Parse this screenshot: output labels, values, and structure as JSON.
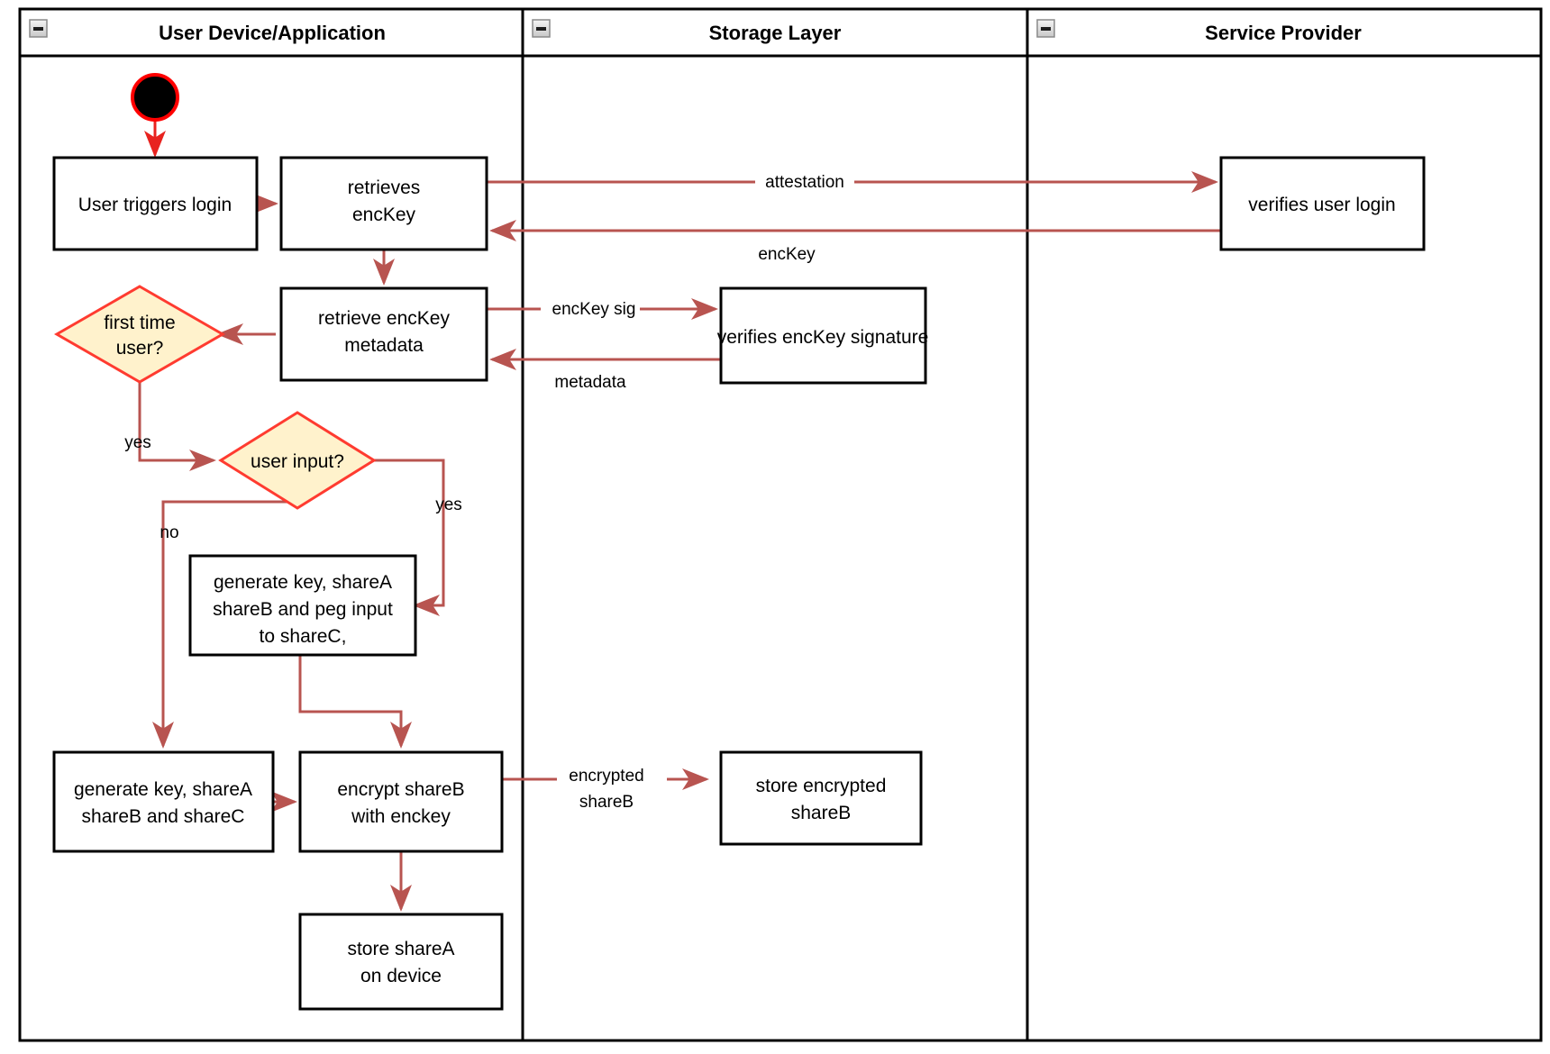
{
  "diagram": {
    "type": "uml-activity-swimlane",
    "background": "#ffffff",
    "colors": {
      "lane_border": "#000000",
      "node_border": "#000000",
      "node_fill": "#ffffff",
      "decision_fill": "#fff2cc",
      "decision_border": "#ff3b30",
      "edge": "#b85450",
      "start_node_fill": "#000000",
      "start_node_border": "#ff0000",
      "collapse_icon": "#d0d0d0"
    }
  },
  "lanes": [
    {
      "id": "lane-user-device",
      "title": "User Device/Application",
      "collapse_icon": "minus-collapse-icon"
    },
    {
      "id": "lane-storage",
      "title": "Storage Layer",
      "collapse_icon": "minus-collapse-icon"
    },
    {
      "id": "lane-service-provider",
      "title": "Service Provider",
      "collapse_icon": "minus-collapse-icon"
    }
  ],
  "nodes": [
    {
      "id": "start",
      "kind": "initial-node",
      "label": ""
    },
    {
      "id": "user-triggers-login",
      "kind": "action",
      "lane": "lane-user-device",
      "lines": [
        "User triggers login"
      ]
    },
    {
      "id": "retrieves-enckey",
      "kind": "action",
      "lane": "lane-user-device",
      "lines": [
        "retrieves",
        "encKey"
      ]
    },
    {
      "id": "verifies-user-login",
      "kind": "action",
      "lane": "lane-service-provider",
      "lines": [
        "verifies user login"
      ]
    },
    {
      "id": "retrieve-enckey-metadata",
      "kind": "action",
      "lane": "lane-user-device",
      "lines": [
        "retrieve encKey",
        "metadata"
      ]
    },
    {
      "id": "verifies-enckey-signature",
      "kind": "action",
      "lane": "lane-storage",
      "lines": [
        "verifies encKey signature"
      ]
    },
    {
      "id": "first-time-user",
      "kind": "decision",
      "lane": "lane-user-device",
      "lines": [
        "first time",
        "user?"
      ]
    },
    {
      "id": "user-input",
      "kind": "decision",
      "lane": "lane-user-device",
      "lines": [
        "user input?"
      ]
    },
    {
      "id": "generate-key-peg",
      "kind": "action",
      "lane": "lane-user-device",
      "lines": [
        "generate key, shareA",
        "shareB and peg input",
        "to shareC,"
      ]
    },
    {
      "id": "generate-key-sharec",
      "kind": "action",
      "lane": "lane-user-device",
      "lines": [
        "generate key, shareA",
        "shareB and shareC"
      ]
    },
    {
      "id": "encrypt-shareb",
      "kind": "action",
      "lane": "lane-user-device",
      "lines": [
        "encrypt shareB",
        "with enckey"
      ]
    },
    {
      "id": "store-encrypted-shareb",
      "kind": "action",
      "lane": "lane-storage",
      "lines": [
        "store encrypted",
        "shareB"
      ]
    },
    {
      "id": "store-sharea-on-device",
      "kind": "action",
      "lane": "lane-user-device",
      "lines": [
        "store shareA",
        "on device"
      ]
    }
  ],
  "edge_labels": {
    "attestation": "attestation",
    "enckey": "encKey",
    "enckey_sig": "encKey sig",
    "metadata": "metadata",
    "first_time_yes": "yes",
    "user_input_yes": "yes",
    "user_input_no": "no",
    "encrypted_shareb_l1": "encrypted",
    "encrypted_shareb_l2": "shareB"
  }
}
